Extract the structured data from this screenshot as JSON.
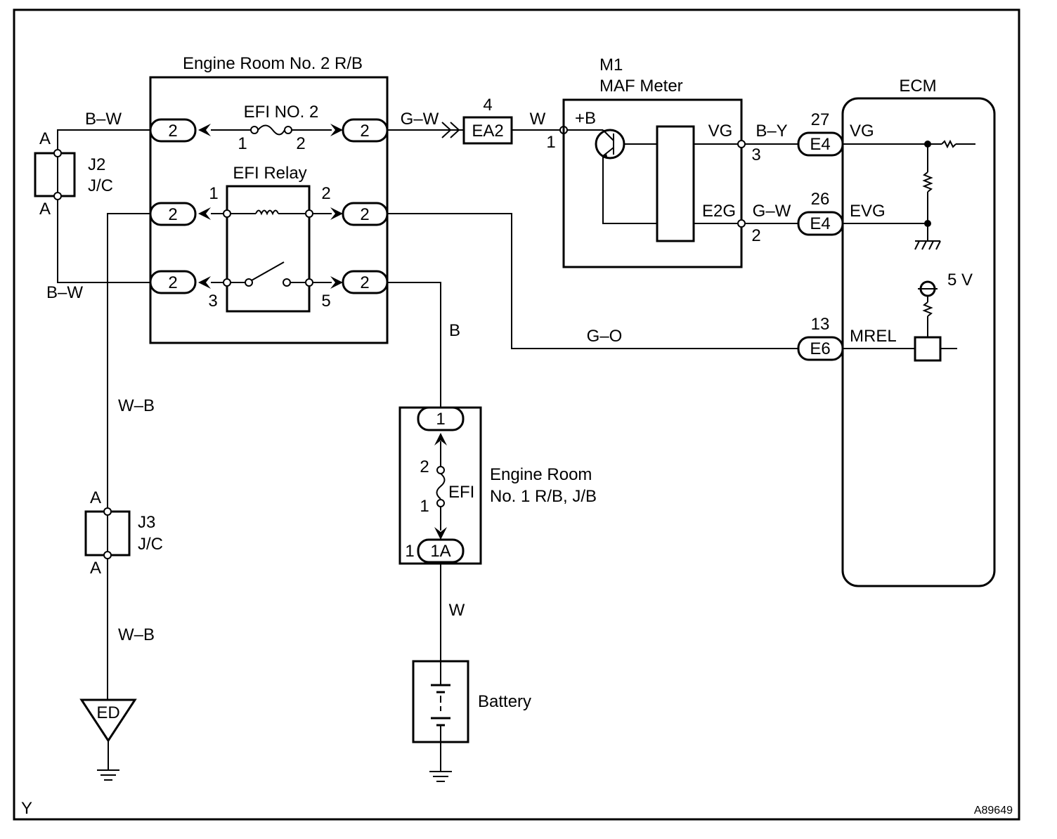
{
  "title": "",
  "components": {
    "er2": {
      "title": "Engine Room No. 2 R/B"
    },
    "efi_no2": {
      "label": "EFI NO. 2",
      "pin_in": "1",
      "pin_out": "2"
    },
    "efi_relay": {
      "label": "EFI Relay",
      "pin1": "1",
      "pin2": "2",
      "pin3": "3",
      "pin5": "5"
    },
    "maf": {
      "ref": "M1",
      "title": "MAF Meter",
      "b_plus": "+B",
      "vg": "VG",
      "e2g": "E2G",
      "pin1": "1",
      "pin3": "3",
      "pin2": "2"
    },
    "ecm": {
      "title": "ECM",
      "vg": "VG",
      "evg": "EVG",
      "mrel": "MREL",
      "five_v": "5 V"
    },
    "j2": {
      "ref": "J2",
      "type": "J/C",
      "pin_top": "A",
      "pin_bottom": "A"
    },
    "j3": {
      "ref": "J3",
      "type": "J/C",
      "pin_top": "A",
      "pin_bottom": "A"
    },
    "er1": {
      "title_line1": "Engine Room",
      "title_line2": "No. 1 R/B, J/B",
      "efi": "EFI",
      "pin2": "2",
      "pin1": "1",
      "pin1_bottom": "1"
    },
    "battery": {
      "label": "Battery"
    },
    "ground_point": {
      "label": "ED"
    }
  },
  "connectors": {
    "er2_left_top": "2",
    "er2_left_mid": "2",
    "er2_left_bot": "2",
    "er2_right_top": "2",
    "er2_right_mid": "2",
    "er2_right_bot": "2",
    "ea2": "EA2",
    "ea2_pin": "4",
    "e4_vg": "E4",
    "e4_vg_pin": "27",
    "e4_evg": "E4",
    "e4_evg_pin": "26",
    "e6": "E6",
    "e6_pin": "13",
    "er1_top": "1",
    "er1_bottom": "1A"
  },
  "wire_colors": {
    "bw_top": "B–W",
    "bw_bottom": "B–W",
    "gw_top": "G–W",
    "w_maf": "W",
    "by": "B–Y",
    "gw_e2g": "G–W",
    "go": "G–O",
    "b": "B",
    "wb_top": "W–B",
    "wb_bottom": "W–B",
    "w_battery": "W"
  },
  "footer": {
    "left": "Y",
    "right": "A89649"
  }
}
